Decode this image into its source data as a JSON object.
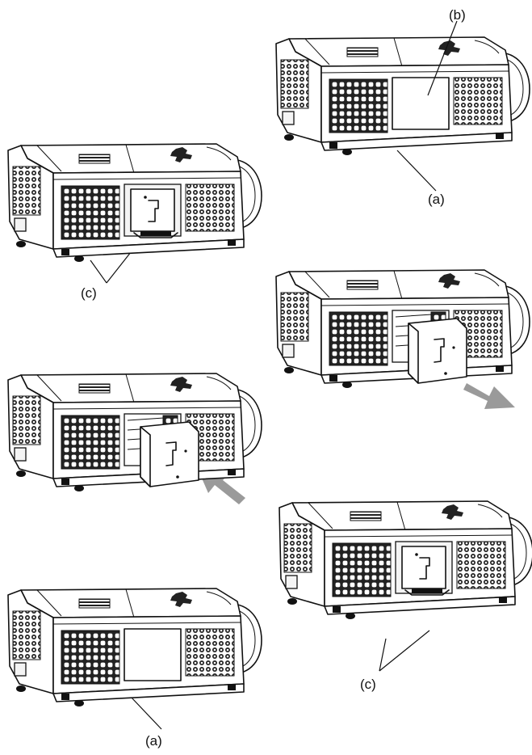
{
  "steps": [
    {
      "id": "step1",
      "labels": {
        "b": "(b)",
        "a": "(a)"
      }
    },
    {
      "id": "step2",
      "labels": {
        "c": "(c)"
      }
    },
    {
      "id": "step3",
      "labels": {},
      "arrow": "out"
    },
    {
      "id": "step4",
      "labels": {},
      "arrow": "in"
    },
    {
      "id": "step5",
      "labels": {
        "c": "(c)"
      }
    },
    {
      "id": "step6",
      "labels": {
        "a": "(a)"
      }
    }
  ],
  "colors": {
    "line": "#111111",
    "arrow": "#9a9a9a",
    "vent": "#222222"
  }
}
